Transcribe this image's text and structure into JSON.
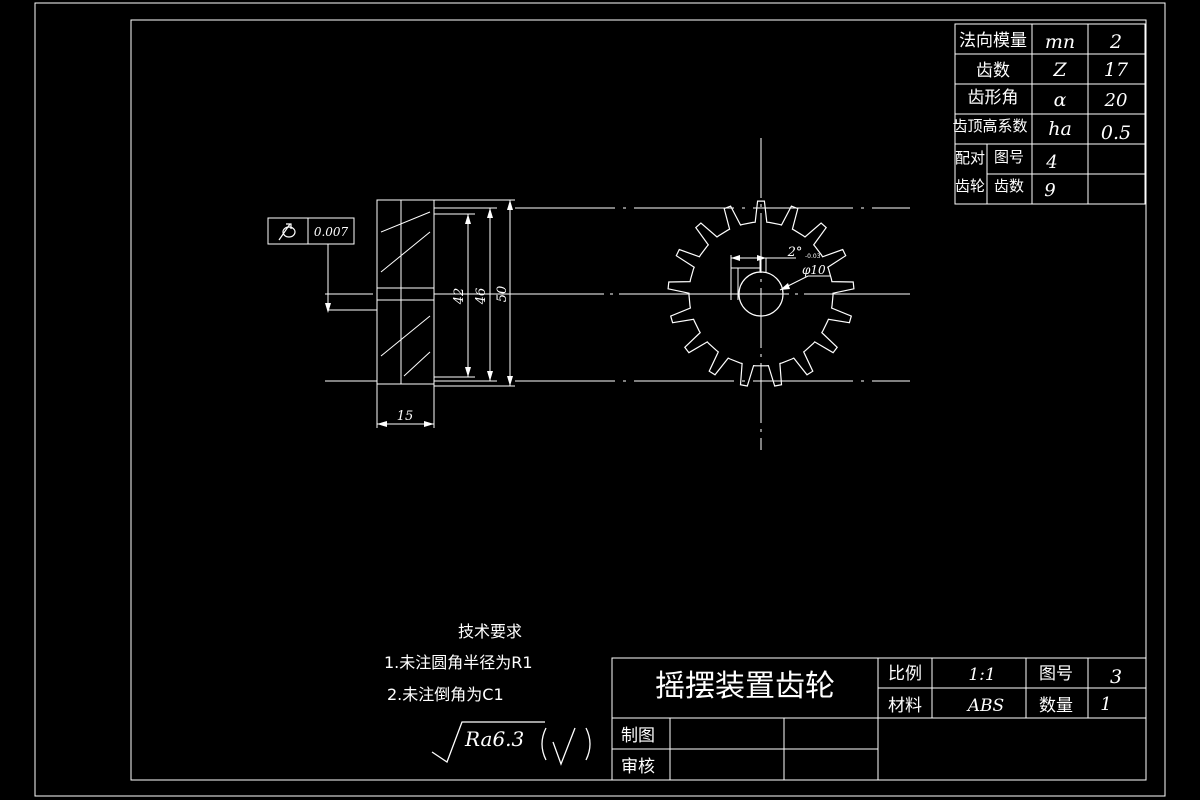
{
  "params_table": {
    "rows": [
      {
        "label": "法向模量",
        "symbol": "mn",
        "value": "2"
      },
      {
        "label": "齿数",
        "symbol": "Z",
        "value": "17"
      },
      {
        "label": "齿形角",
        "symbol": "α",
        "value": "20"
      },
      {
        "label": "齿顶高系数",
        "symbol": "ha",
        "value": "0.5"
      }
    ],
    "mating": {
      "group_top": "配对",
      "group_bottom": "齿轮",
      "drawing_no_label": "图号",
      "drawing_no_value": "4",
      "teeth_label": "齿数",
      "teeth_value": "9"
    }
  },
  "side_view": {
    "tolerance": "0.007",
    "dims": {
      "d1": "42",
      "d2": "46",
      "d3": "50",
      "width": "15"
    }
  },
  "front_view": {
    "key_angle": "2°",
    "key_angle_sub": "-0.03",
    "bore_dia": "φ10"
  },
  "tech_requirements": {
    "title": "技术要求",
    "items": [
      "1.未注圆角半径为R1",
      "2.未注倒角为C1"
    ],
    "roughness": "Ra6.3"
  },
  "title_block": {
    "part_name": "摇摆装置齿轮",
    "scale_label": "比例",
    "scale_value": "1:1",
    "drawing_no_label": "图号",
    "drawing_no_value": "3",
    "material_label": "材料",
    "material_value": "ABS",
    "quantity_label": "数量",
    "quantity_value": "1",
    "drawn_label": "制图",
    "checked_label": "审核"
  },
  "gear_teeth": 17
}
